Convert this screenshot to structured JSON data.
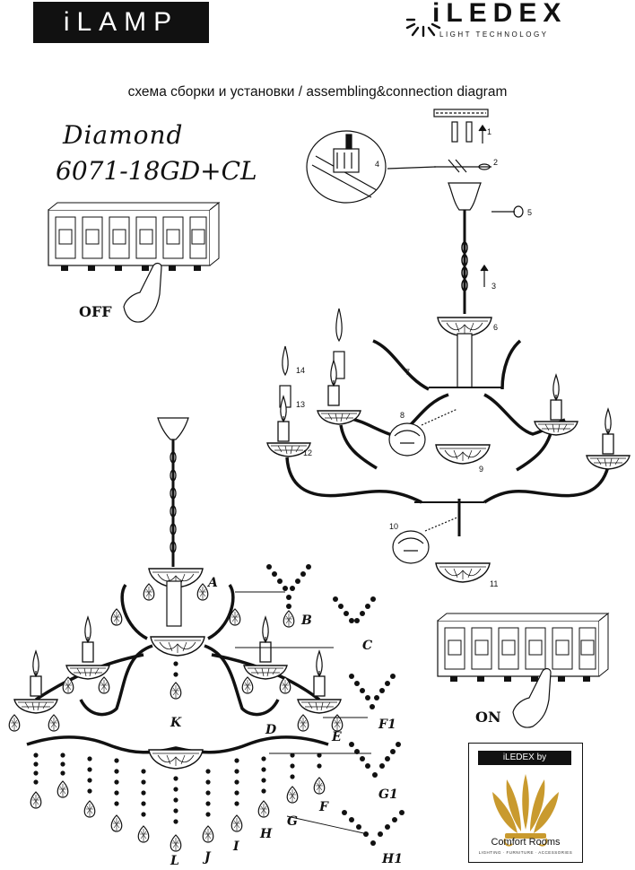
{
  "logos": {
    "left_brand": "iLAMP",
    "right_brand": "iLEDEX",
    "right_tagline": "LIGHT TECHNOLOGY"
  },
  "title": "схема сборки и установки / assembling&connection diagram",
  "model": {
    "name": "Diamond",
    "code": "6071-18GD+CL"
  },
  "switch_labels": {
    "off": "OFF",
    "on": "ON"
  },
  "step_numbers": [
    "1",
    "2",
    "3",
    "4",
    "5",
    "6",
    "7",
    "8",
    "9",
    "10",
    "11",
    "12",
    "13",
    "14"
  ],
  "crystal_letters": [
    "A",
    "B",
    "C",
    "D",
    "E",
    "F",
    "F1",
    "G",
    "G1",
    "H",
    "H1",
    "I",
    "J",
    "K",
    "L"
  ],
  "badge": {
    "header": "iLEDEX by",
    "name": "Comfort Rooms",
    "sub": "LIGHTING · FURNITURE · ACCESSORIES"
  },
  "colors": {
    "ink": "#111111",
    "badge_crown": "#c99a2e"
  }
}
